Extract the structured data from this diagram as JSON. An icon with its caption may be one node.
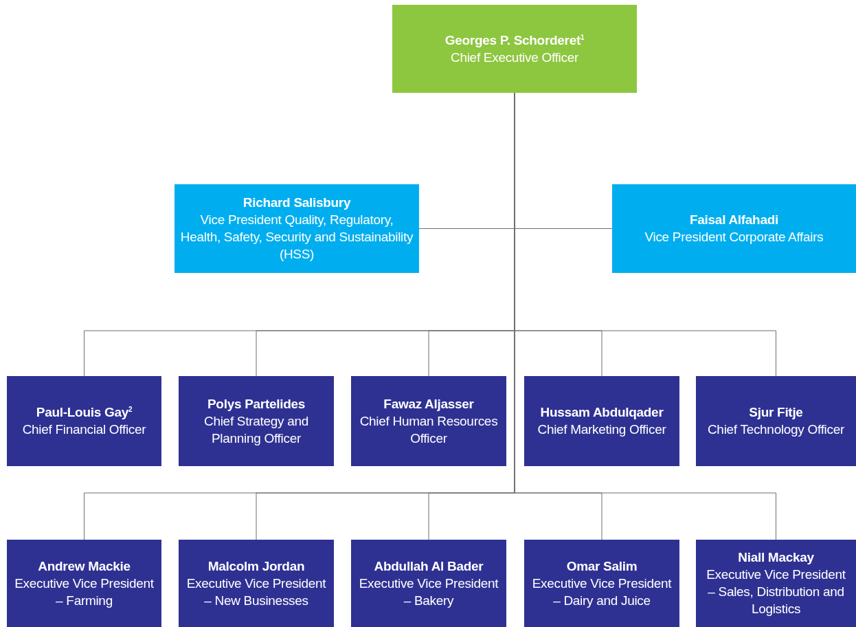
{
  "diagram": {
    "nodes": [
      {
        "text": [
          "Georges P. Schorderet$^{1}$",
          "Chief Executive Officer"
        ]
      },
      {
        "text": [
          "Richard Salisbury",
          "Vice President Quality, Regulatory, Health, Safety, Security and Sustainability (HSS)"
        ]
      },
      {
        "text": [
          "Faisal Alfahadi",
          "Vice President Corporate Affairs"
        ]
      },
      {
        "text": [
          "Paul-Louis Gay$^{2}$",
          "Chief Financial Officer"
        ]
      },
      {
        "text": [
          "Polys Partelides",
          "Chief Strategy and Planning Officer"
        ]
      },
      {
        "text": [
          "Fawaz Aljasser",
          "Chief Human Resources Officer"
        ]
      },
      {
        "text": [
          "Hussam Abdulqader",
          "Chief Marketing Officer"
        ]
      },
      {
        "text": [
          "Sjur Fitje",
          "Chief Technology Officer"
        ]
      },
      {
        "text": [
          "Andrew Mackie",
          "Executive Vice President – Farming"
        ]
      },
      {
        "text": [
          "Malcolm Jordan",
          "Executive Vice President – New Businesses"
        ]
      },
      {
        "text": [
          "Abdullah Al Bader",
          "Executive Vice President – Bakery"
        ]
      },
      {
        "text": [
          "Omar Salim",
          "Executive Vice President – Dairy and Juice"
        ]
      },
      {
        "text": [
          "Niall Mackay",
          "Executive Vice President – Sales, Distribution and Logistics"
        ]
      }
    ],
    "edges": [
      {
        "from": 0,
        "to": 1,
        "arrow": "none"
      },
      {
        "from": 0,
        "to": 2,
        "arrow": "none"
      },
      {
        "from": 0,
        "to": 3,
        "arrow": "none"
      },
      {
        "from": 0,
        "to": 4,
        "arrow": "none"
      },
      {
        "from": 0,
        "to": 5,
        "arrow": "none"
      },
      {
        "from": 0,
        "to": 6,
        "arrow": "none"
      },
      {
        "from": 0,
        "to": 7,
        "arrow": "none"
      },
      {
        "from": 0,
        "to": 8,
        "arrow": "none"
      },
      {
        "from": 0,
        "to": 9,
        "arrow": "none"
      },
      {
        "from": 0,
        "to": 10,
        "arrow": "none"
      },
      {
        "from": 0,
        "to": 11,
        "arrow": "none"
      },
      {
        "from": 0,
        "to": 12,
        "arrow": "none"
      }
    ]
  }
}
